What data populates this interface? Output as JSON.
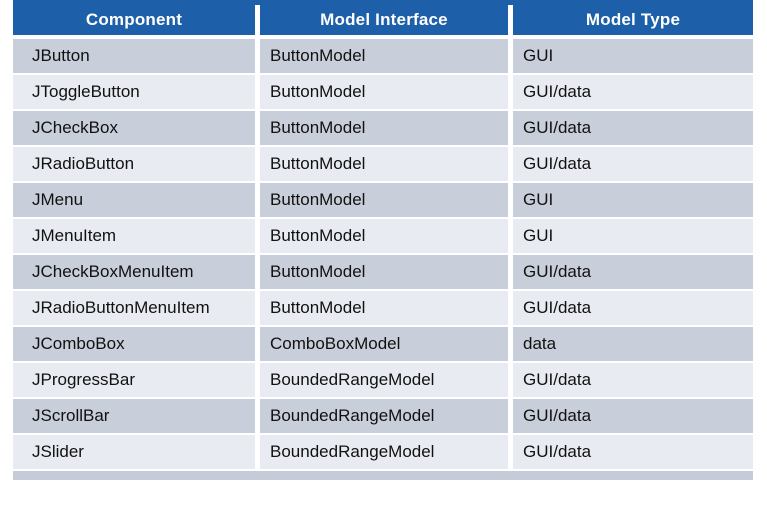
{
  "colors": {
    "header_bg": "#1d5fa9",
    "header_text": "#ffffff",
    "row_dark": "#c9cedb",
    "row_light": "#e9ebf2",
    "stripe": "#c6cbd9",
    "text": "#111111"
  },
  "table": {
    "columns": [
      {
        "label": "Component"
      },
      {
        "label": "Model Interface"
      },
      {
        "label": "Model Type"
      }
    ],
    "rows": [
      {
        "component": "JButton",
        "model_interface": "ButtonModel",
        "model_type": "GUI"
      },
      {
        "component": "JToggleButton",
        "model_interface": "ButtonModel",
        "model_type": "GUI/data"
      },
      {
        "component": "JCheckBox",
        "model_interface": "ButtonModel",
        "model_type": "GUI/data"
      },
      {
        "component": "JRadioButton",
        "model_interface": "ButtonModel",
        "model_type": "GUI/data"
      },
      {
        "component": "JMenu",
        "model_interface": "ButtonModel",
        "model_type": "GUI"
      },
      {
        "component": "JMenuItem",
        "model_interface": "ButtonModel",
        "model_type": "GUI"
      },
      {
        "component": "JCheckBoxMenuItem",
        "model_interface": "ButtonModel",
        "model_type": "GUI/data"
      },
      {
        "component": "JRadioButtonMenuItem",
        "model_interface": "ButtonModel",
        "model_type": "GUI/data"
      },
      {
        "component": "JComboBox",
        "model_interface": "ComboBoxModel",
        "model_type": "data"
      },
      {
        "component": "JProgressBar",
        "model_interface": "BoundedRangeModel",
        "model_type": "GUI/data"
      },
      {
        "component": "JScrollBar",
        "model_interface": "BoundedRangeModel",
        "model_type": "GUI/data"
      },
      {
        "component": "JSlider",
        "model_interface": "BoundedRangeModel",
        "model_type": "GUI/data"
      }
    ]
  }
}
